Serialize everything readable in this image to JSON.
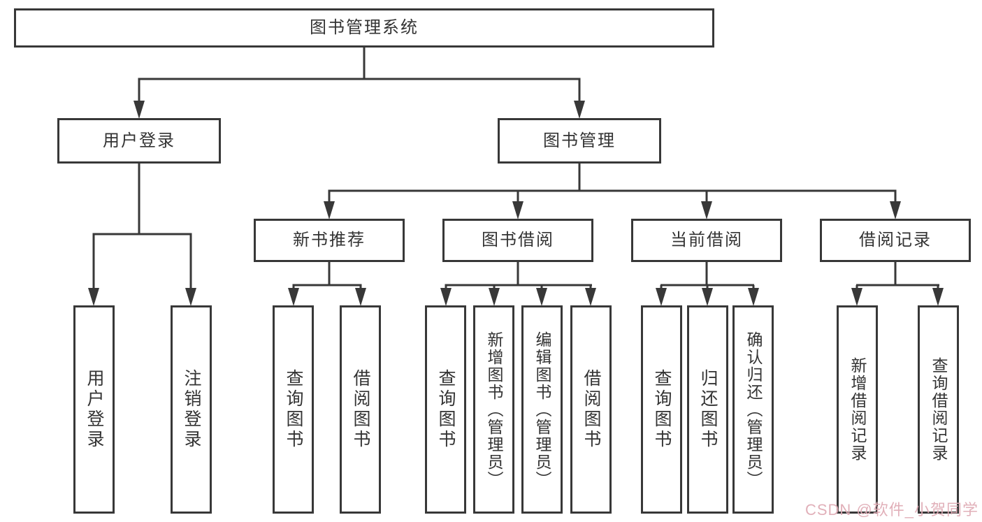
{
  "diagram": {
    "type": "hierarchy-tree",
    "tree": {
      "root": {
        "label": "图书管理系统"
      },
      "children": [
        {
          "label": "用户登录",
          "children": [
            {
              "label": "用户登录"
            },
            {
              "label": "注销登录"
            }
          ]
        },
        {
          "label": "图书管理",
          "children": [
            {
              "label": "新书推荐",
              "children": [
                {
                  "label": "查询图书"
                },
                {
                  "label": "借阅图书"
                }
              ]
            },
            {
              "label": "图书借阅",
              "children": [
                {
                  "label": "查询图书"
                },
                {
                  "label": "新增图书（管理员）"
                },
                {
                  "label": "编辑图书（管理员）"
                },
                {
                  "label": "借阅图书"
                }
              ]
            },
            {
              "label": "当前借阅",
              "children": [
                {
                  "label": "查询图书"
                },
                {
                  "label": "归还图书"
                },
                {
                  "label": "确认归还（管理员）"
                }
              ]
            },
            {
              "label": "借阅记录",
              "children": [
                {
                  "label": "新增借阅记录"
                },
                {
                  "label": "查询借阅记录"
                }
              ]
            }
          ]
        }
      ]
    },
    "colors": {
      "line": "#383838",
      "box_border": "#383838",
      "box_fill": "#ffffff",
      "text": "#333333",
      "background": "#ffffff",
      "watermark": "#e0acb6"
    }
  },
  "watermark": {
    "text": "CSDN @软件_小贺同学"
  }
}
